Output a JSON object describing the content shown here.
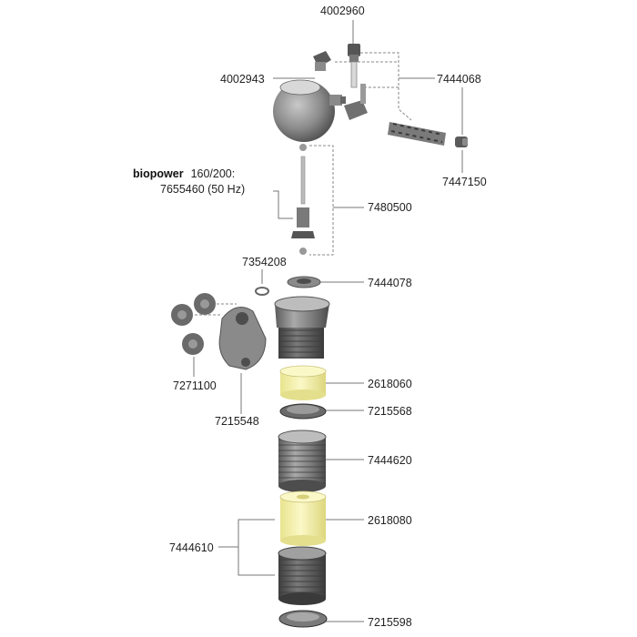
{
  "diagram": {
    "labels": {
      "p4002960": "4002960",
      "p4002943": "4002943",
      "p7444068": "7444068",
      "p7447150": "7447150",
      "biopower_bold": "biopower",
      "biopower_rest": "160/200:",
      "p7655460": "7655460 (50 Hz)",
      "p7480500": "7480500",
      "p7354208": "7354208",
      "p7444078": "7444078",
      "p7271100": "7271100",
      "p2618060": "2618060",
      "p7215568": "7215568",
      "p7215548": "7215548",
      "p7444620": "7444620",
      "p2618080": "2618080",
      "p7444610": "7444610",
      "p7215598": "7215598"
    },
    "colors": {
      "part_dark": "#5a5a5a",
      "part_mid": "#8c8c8c",
      "part_light": "#c8c8c8",
      "sponge": "#f4f0a8",
      "line": "#777777"
    }
  }
}
